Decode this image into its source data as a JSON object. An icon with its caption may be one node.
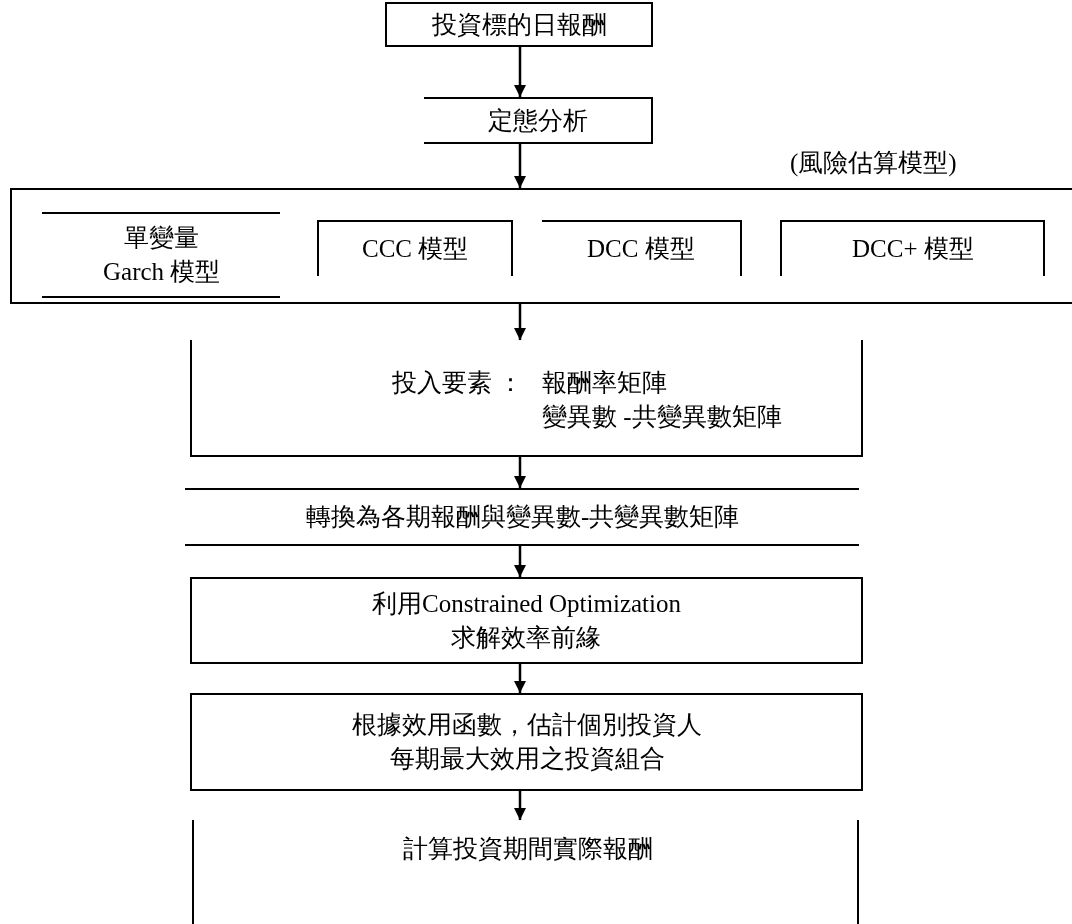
{
  "diagram": {
    "nodes": [
      {
        "text": [
          "投資標的日報酬"
        ]
      },
      {
        "text": [
          "定態分析"
        ]
      },
      {
        "text": [],
        "shape": "box",
        "beside": [
          "(風險估算模型)"
        ]
      },
      {
        "text": [
          "單變量 Garch 模型"
        ],
        "in": 2
      },
      {
        "text": [
          "CCC 模型"
        ],
        "in": 2
      },
      {
        "text": [
          "DCC 模型"
        ],
        "in": 2
      },
      {
        "text": [
          "DCC+ 模型"
        ],
        "in": 2
      },
      {
        "text": [
          "投入要素 ：",
          "報酬率矩陣變異數 -共變異數矩陣"
        ]
      },
      {
        "text": [
          "轉換為各期報酬與變異數-共變異數矩陣"
        ]
      },
      {
        "text": [
          "利用Constrained Optimization 求解效率前緣"
        ]
      },
      {
        "text": [
          "根據效用函數，估計個別投資人每期最大效用之投資組合"
        ]
      },
      {
        "text": [
          "計算投資期間實際報酬"
        ]
      }
    ],
    "edges": [
      {
        "from": 0,
        "to": 1,
        "arrow": "to"
      },
      {
        "from": 1,
        "to": 2,
        "arrow": "to"
      },
      {
        "from": 2,
        "to": 7,
        "arrow": "to"
      },
      {
        "from": 7,
        "to": 8,
        "arrow": "to"
      },
      {
        "from": 8,
        "to": 9,
        "arrow": "to"
      },
      {
        "from": 9,
        "to": 10,
        "arrow": "to"
      },
      {
        "from": 10,
        "to": 11,
        "arrow": "to"
      }
    ]
  }
}
